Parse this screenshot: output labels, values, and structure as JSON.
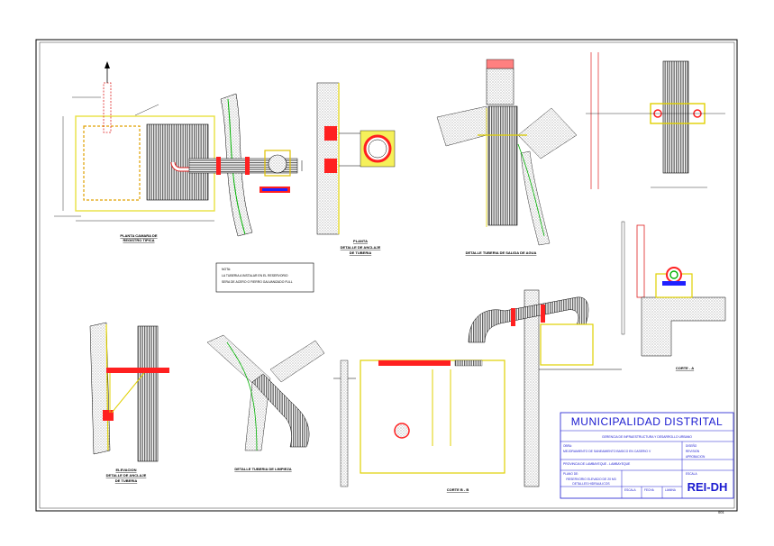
{
  "sheet": {
    "page_number": "001"
  },
  "details": {
    "planta_camara": {
      "caption": [
        "PLANTA CAMARA DE",
        "REGISTRO TIPICA"
      ]
    },
    "anclaje_tuberia": {
      "caption": [
        "DETALLE DE ANCLAJE",
        "DE TUBERIA"
      ]
    },
    "planta_anclaje": {
      "caption": [
        "PLANTA",
        "DETALLE DE ANCLAJE",
        "DE TUBERIA"
      ]
    },
    "tuberia_salida": {
      "caption": [
        "DETALLE TUBERIA DE SALIDA DE AGUA"
      ]
    },
    "elevacion_anclaje": {
      "caption": [
        "ELEVACION DE ANCLAJE",
        "DE TUBERIA"
      ]
    },
    "corte_a": {
      "caption": [
        "CORTE - A"
      ]
    },
    "elevacion_anclaje_2": {
      "caption": [
        "ELEVACION",
        "DETALLE DE ANCLAJE",
        "DE TUBERIA"
      ]
    },
    "tuberia_limpieza": {
      "caption": [
        "DETALLE TUBERIA DE LIMPIEZA"
      ]
    },
    "corte_b": {
      "caption": [
        "CORTE B - B"
      ]
    }
  },
  "note": {
    "heading": "NOTA:",
    "lines": [
      "LA TUBERIA A INSTALAR EN EL RESERVORIO",
      "SERA DE ACERO O FIERRO GALVANIZADO FULL"
    ]
  },
  "title_block": {
    "entity": "MUNICIPALIDAD DISTRITAL",
    "office": "GERENCIA DE INFRAESTRUCTURA Y DESARROLLO URBANO",
    "project_label": "OBRA:",
    "project": "MEJORAMIENTO DE SANEAMIENTO BASICO EN CASERIO V",
    "location": "PROVINCIA DE LAMBAYEQUE - LAMBAYEQUE",
    "plan_label": "PLANO DE:",
    "plan_title_1": "RESERVORIO ELEVADO DE 20 M3",
    "plan_title_2": "DETALLES HIDRAULICOS",
    "sheet_code": "REI-DH",
    "right_labels": [
      "DISEÑO",
      "REVISION",
      "APROBACION",
      "ESCALA"
    ],
    "bottom_labels": [
      "ESCALA",
      "FECHA",
      "LAMINA"
    ]
  },
  "colors": {
    "line": "#000000",
    "pipe_red": "#ff2020",
    "wall_yellow": "#f5f05a",
    "pipe_green": "#00b000",
    "border_title": "#1a1ad0"
  }
}
